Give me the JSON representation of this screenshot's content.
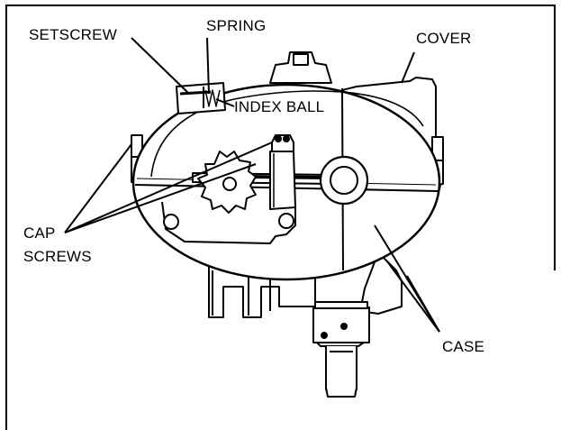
{
  "labels": {
    "setscrew": "SETSCREW",
    "spring": "SPRING",
    "cover": "COVER",
    "index_ball": "INDEX BALL",
    "cap_screws_line1": "CAP",
    "cap_screws_line2": "SCREWS",
    "case": "CASE"
  },
  "colors": {
    "ink": "#000000",
    "paper": "#ffffff",
    "body_fill": "#ffffff"
  }
}
